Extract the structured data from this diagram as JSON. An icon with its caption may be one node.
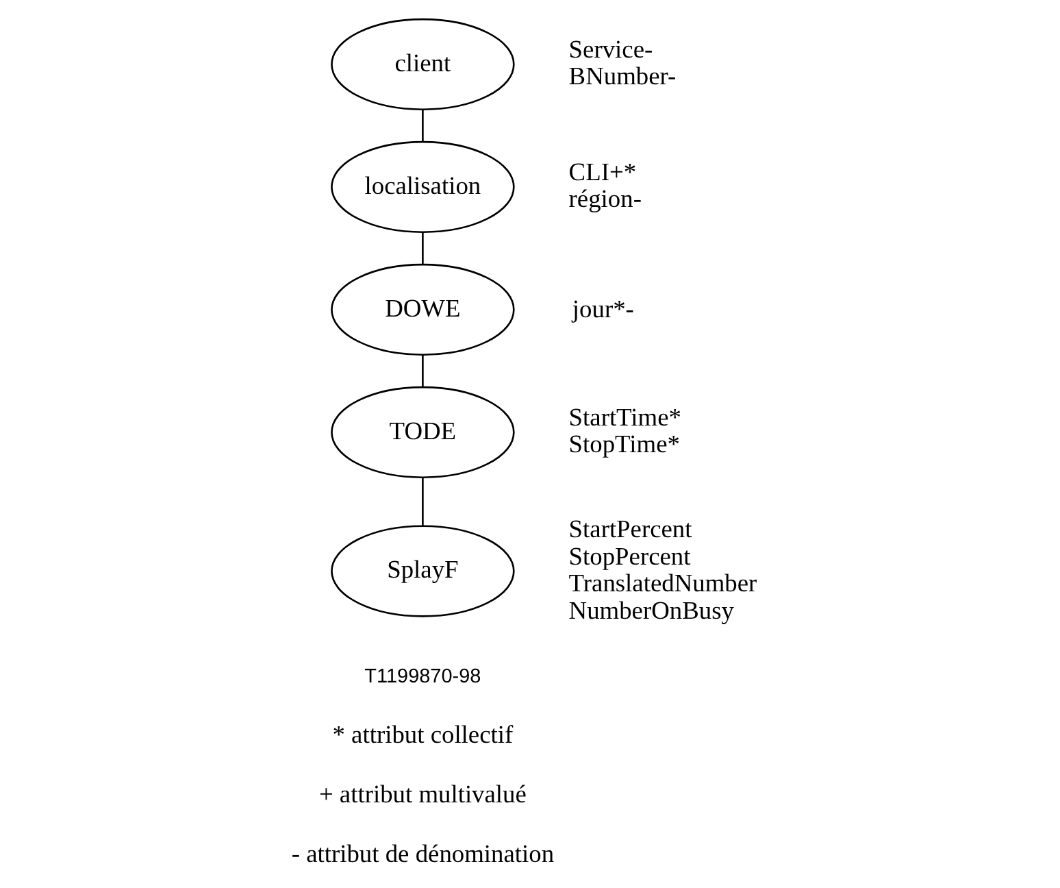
{
  "diagram": {
    "nodes": [
      {
        "text": [
          "client"
        ],
        "beside": [
          "Service-",
          "BNumber-"
        ]
      },
      {
        "text": [
          "localisation"
        ],
        "beside": [
          "CLI+*",
          "région-"
        ]
      },
      {
        "text": [
          "DOWE"
        ],
        "beside": [
          "jour*-"
        ]
      },
      {
        "text": [
          "TODE"
        ],
        "beside": [
          "StartTime*",
          "StopTime*"
        ]
      },
      {
        "text": [
          "SplayF"
        ],
        "beside": [
          "StartPercent",
          "StopPercent",
          "TranslatedNumber",
          "NumberOnBusy"
        ]
      }
    ],
    "edges": [
      {
        "from": 0,
        "to": 1,
        "arrow": "none"
      },
      {
        "from": 1,
        "to": 2,
        "arrow": "none"
      },
      {
        "from": 2,
        "to": 3,
        "arrow": "none"
      },
      {
        "from": 3,
        "to": 4,
        "arrow": "none"
      }
    ],
    "labels": [
      "T1199870-98",
      "* attribut collectif",
      "+ attribut multivalué",
      "- attribut de dénomination"
    ]
  }
}
